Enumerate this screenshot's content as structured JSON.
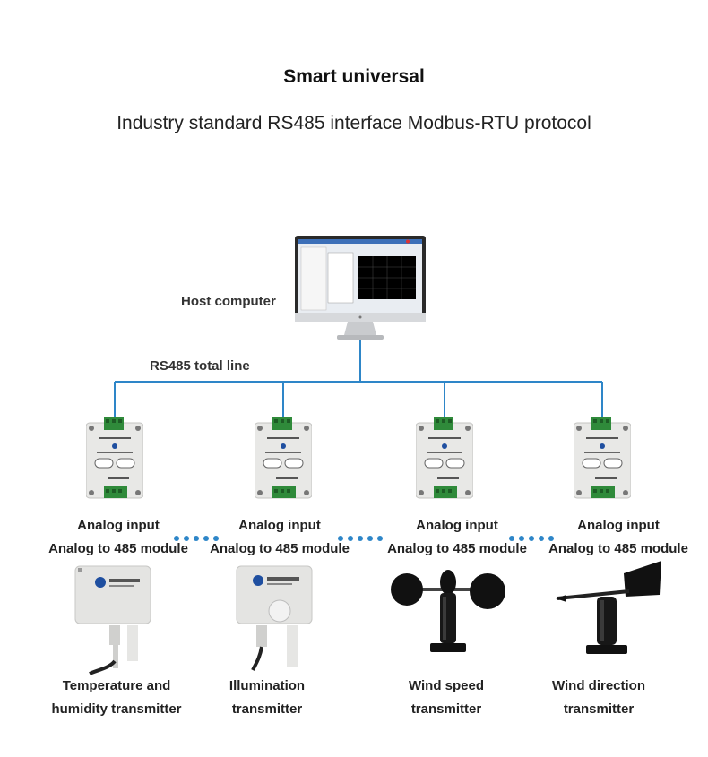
{
  "header": {
    "title": "Smart universal",
    "subtitle": "Industry standard RS485 interface Modbus-RTU protocol"
  },
  "host": {
    "label": "Host computer"
  },
  "bus": {
    "label": "RS485 total line",
    "color": "#2e86c8"
  },
  "modules": [
    {
      "line1": "Analog input",
      "line2": "Analog to 485 module"
    },
    {
      "line1": "Analog input",
      "line2": "Analog to 485 module"
    },
    {
      "line1": "Analog input",
      "line2": "Analog to 485 module"
    },
    {
      "line1": "Analog input",
      "line2": "Analog to 485 module"
    }
  ],
  "sensors": [
    {
      "line1": "Temperature and",
      "line2": "humidity transmitter"
    },
    {
      "line1": "Illumination",
      "line2": "transmitter"
    },
    {
      "line1": "Wind speed",
      "line2": "transmitter"
    },
    {
      "line1": "Wind direction",
      "line2": "transmitter"
    }
  ]
}
